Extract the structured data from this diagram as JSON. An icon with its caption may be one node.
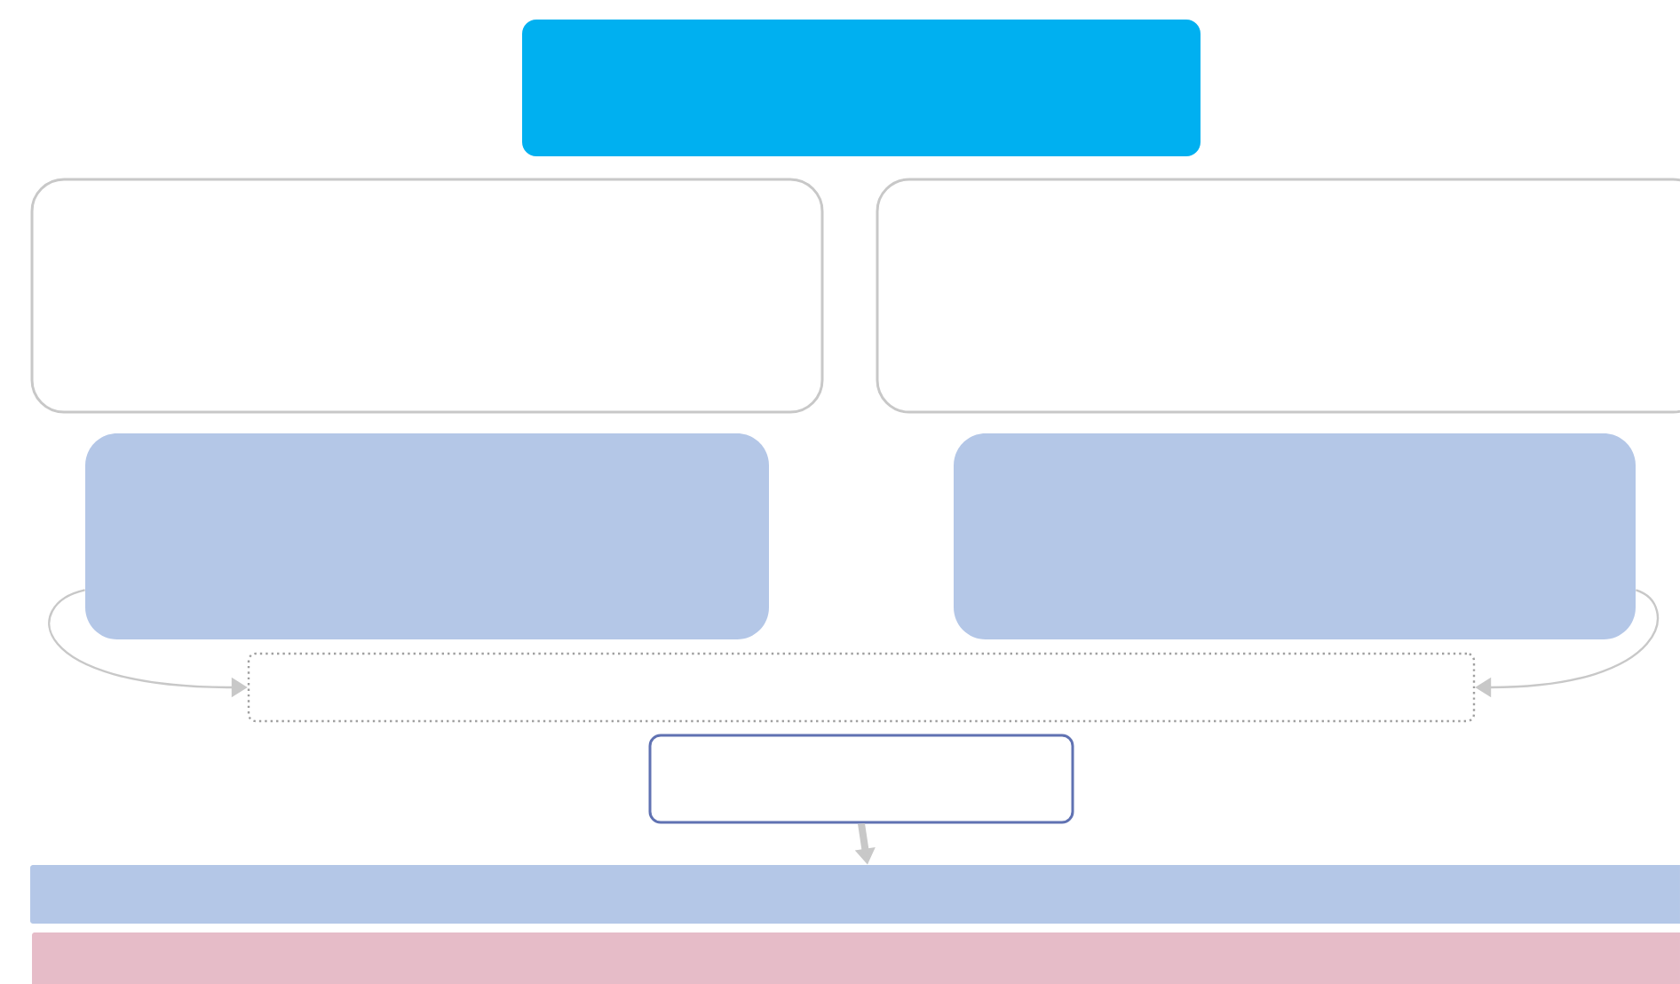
{
  "diagram": {
    "nodes": [
      {
        "text": [],
        "shape": "box"
      },
      {
        "text": [],
        "shape": "box"
      },
      {
        "text": [],
        "shape": "box"
      },
      {
        "text": [],
        "shape": "box"
      },
      {
        "text": [],
        "shape": "box"
      },
      {
        "text": [],
        "shape": "box"
      },
      {
        "text": [],
        "shape": "box"
      },
      {
        "text": [],
        "shape": "bar"
      },
      {
        "text": [],
        "shape": "bar"
      }
    ],
    "edges": [
      {
        "from": 3,
        "to": 5,
        "arrow": "to"
      },
      {
        "from": 4,
        "to": 5,
        "arrow": "to"
      },
      {
        "from": 6,
        "to": 7,
        "arrow": "to",
        "style": "thick"
      }
    ]
  }
}
